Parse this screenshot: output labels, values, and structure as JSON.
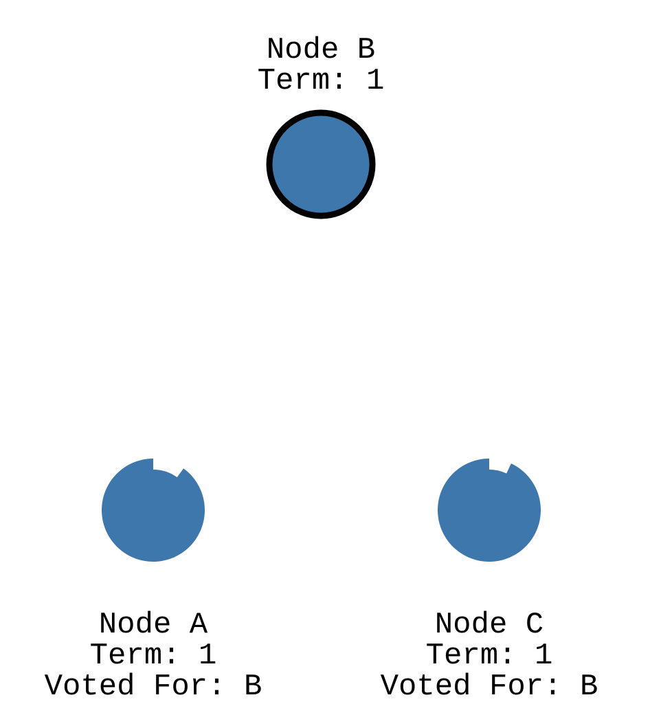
{
  "colors": {
    "node_fill": "#3e77ab",
    "leader_stroke": "#000000",
    "text": "#000000",
    "background": "#ffffff"
  },
  "nodes": [
    {
      "id": "B",
      "name": "Node B",
      "term": "Term: 1",
      "role": "leader",
      "election_timer_fraction": 1.0
    },
    {
      "id": "A",
      "name": "Node A",
      "term": "Term: 1",
      "voted_for": "Voted For: B",
      "role": "follower",
      "election_timer_fraction": 0.9
    },
    {
      "id": "C",
      "name": "Node C",
      "term": "Term: 1",
      "voted_for": "Voted For: B",
      "role": "follower",
      "election_timer_fraction": 0.93
    }
  ]
}
